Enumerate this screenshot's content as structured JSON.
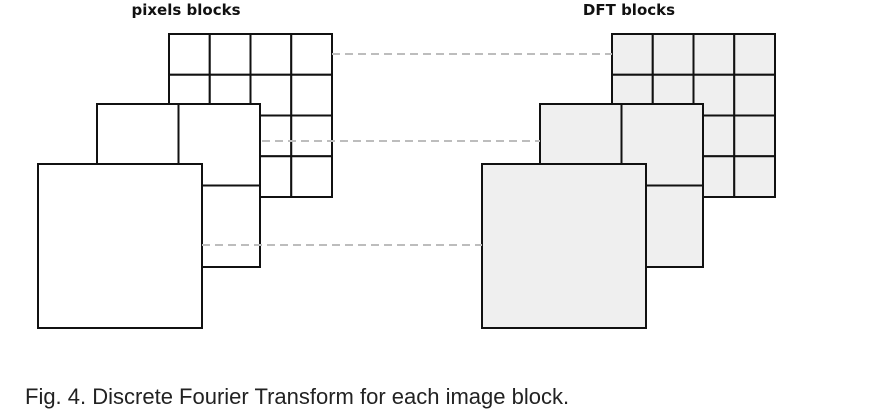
{
  "diagram": {
    "left_heading": "pixels blocks",
    "right_heading": "DFT blocks",
    "pixel_fill": "#ffffff",
    "dft_fill": "#efefef",
    "stroke_color": "#111111",
    "connector_color": "#bdbdbd",
    "block_layers": [
      {
        "name": "4x4-block",
        "grid": 4
      },
      {
        "name": "2x2-block",
        "grid": 2
      },
      {
        "name": "1x1-block",
        "grid": 1
      }
    ]
  },
  "caption": "Fig. 4. Discrete Fourier Transform for each image block."
}
